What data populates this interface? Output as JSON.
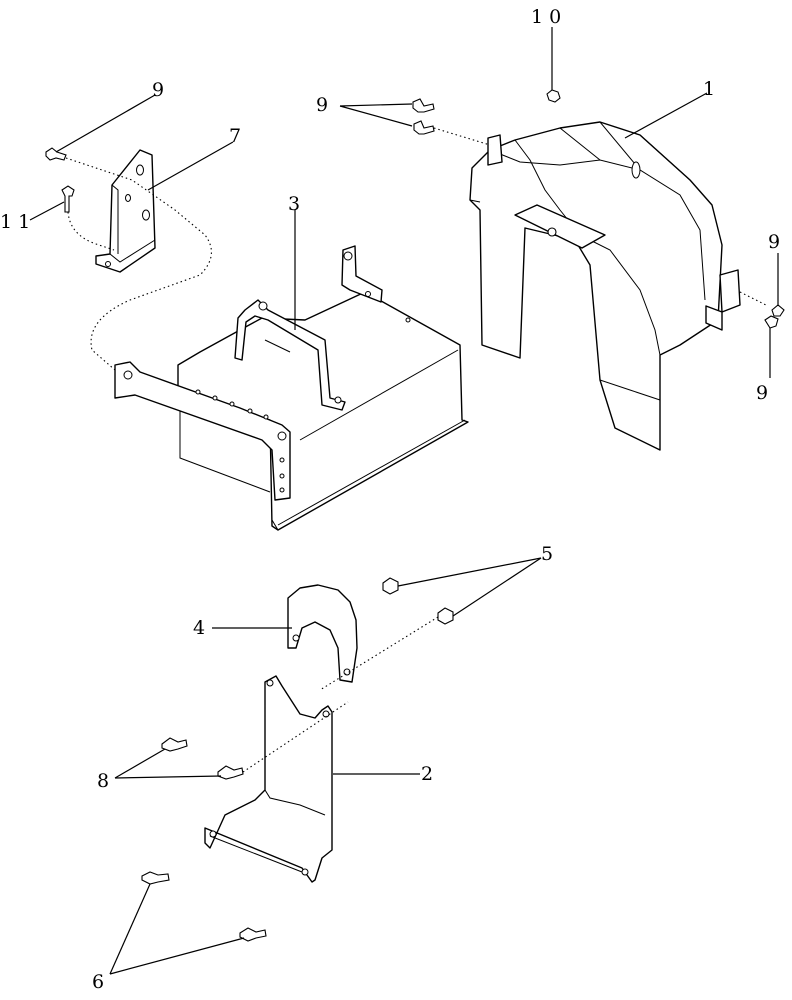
{
  "callouts": [
    {
      "id": "c1",
      "text": "1"
    },
    {
      "id": "c2",
      "text": "2"
    },
    {
      "id": "c3",
      "text": "3"
    },
    {
      "id": "c4",
      "text": "4"
    },
    {
      "id": "c5",
      "text": "5"
    },
    {
      "id": "c6",
      "text": "6"
    },
    {
      "id": "c7",
      "text": "7"
    },
    {
      "id": "c8",
      "text": "8"
    },
    {
      "id": "c9a",
      "text": "9"
    },
    {
      "id": "c9b",
      "text": "9"
    },
    {
      "id": "c9c",
      "text": "9"
    },
    {
      "id": "c9d",
      "text": "9"
    },
    {
      "id": "c10",
      "text": "1 0"
    },
    {
      "id": "c11",
      "text": "1 1"
    }
  ]
}
